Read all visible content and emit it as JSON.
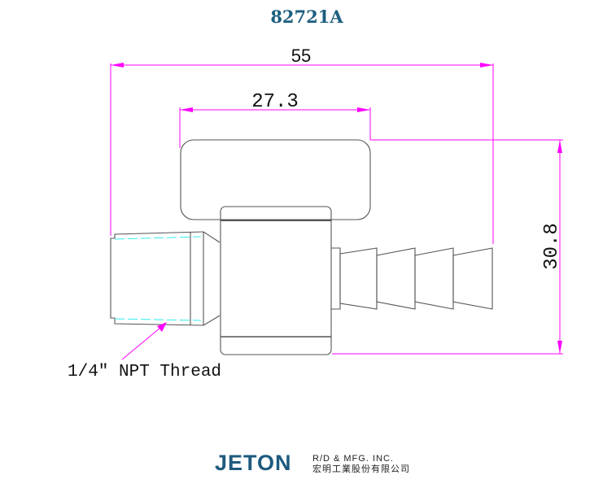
{
  "title": "82721A",
  "dimensions": {
    "overall_length": "55",
    "handle_length": "27.3",
    "height": "30.8"
  },
  "callout": "1/4\" NPT Thread",
  "logo": {
    "brand": "JETON",
    "line1": "R/D & MFG. INC.",
    "line2": "宏明工業股份有限公司"
  },
  "colors": {
    "title": "#1d5f80",
    "dimension": "#ff00ff",
    "thread": "#33eeee",
    "brand": "#1e5a7e"
  }
}
